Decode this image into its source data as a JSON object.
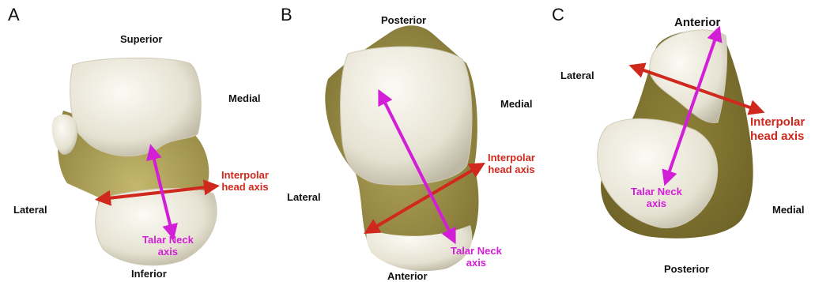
{
  "panels": [
    {
      "letter": "A",
      "superior": "Superior",
      "medial": "Medial",
      "lateral": "Lateral",
      "inferior": "Inferior",
      "head_axis": [
        "Interpolar",
        "head axis"
      ],
      "neck_axis": [
        "Talar Neck",
        "axis"
      ]
    },
    {
      "letter": "B",
      "posterior": "Posterior",
      "medial": "Medial",
      "lateral": "Lateral",
      "anterior": "Anterior",
      "head_axis": [
        "Interpolar",
        "head axis"
      ],
      "neck_axis": [
        "Talar Neck",
        "axis"
      ]
    },
    {
      "letter": "C",
      "anterior": "Anterior",
      "lateral": "Lateral",
      "medial": "Medial",
      "posterior": "Posterior",
      "head_axis": [
        "Interpolar",
        "head axis"
      ],
      "neck_axis": [
        "Talar Neck",
        "axis"
      ]
    }
  ],
  "colors": {
    "cartilage": "#ece9dc",
    "bone": "#a89a52",
    "head_axis_arrow": "#d0281c",
    "neck_axis_arrow": "#d31ed8"
  }
}
